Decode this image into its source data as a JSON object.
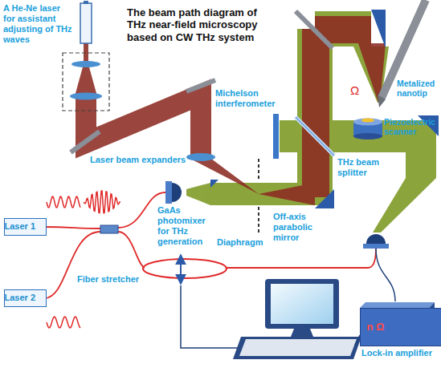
{
  "diagram": {
    "title": "The beam path diagram of THz near-field microscopy based on CW THz system",
    "nodes": [
      {
        "text": [
          "Laser 1"
        ]
      },
      {
        "text": [
          "Laser 2"
        ]
      },
      {
        "text": [
          "n Ω",
          "Lock-in amplifier"
        ]
      }
    ],
    "labels": [
      "A He-Ne laser for assistant adjusting of THz waves",
      "Laser beam expanders",
      "Michelson interferometer",
      "Metalized nanotip",
      "Ω",
      "Piezoelectric scanner",
      "THz beam splitter",
      "Diaphragm",
      "Off-axis parabolic mirror",
      "GaAs photomixer for THz generation",
      "Fiber stretcher"
    ]
  }
}
